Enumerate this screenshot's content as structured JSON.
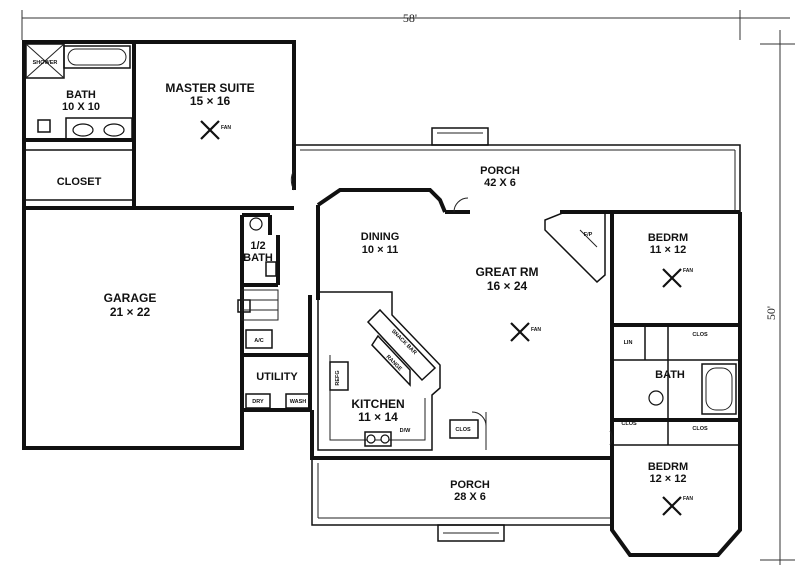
{
  "dimensions": {
    "width": "58'",
    "depth": "50'"
  },
  "rooms": {
    "master_suite": {
      "name": "MASTER SUITE",
      "size": "15 × 16"
    },
    "bath_master": {
      "name": "BATH",
      "size": "10 X 10"
    },
    "shower": "SHOWER",
    "closet": "CLOSET",
    "garage": {
      "name": "GARAGE",
      "size": "21 × 22"
    },
    "half_bath": {
      "name": "1/2",
      "name2": "BATH"
    },
    "ac": "A/C",
    "utility": "UTILITY",
    "dry": "DRY",
    "wash": "WASH",
    "dining": {
      "name": "DINING",
      "size": "10 × 11"
    },
    "great_room": {
      "name": "GREAT RM",
      "size": "16 × 24"
    },
    "fireplace": "F/P",
    "kitchen": {
      "name": "KITCHEN",
      "size": "11 × 14"
    },
    "refrig": "REFG",
    "snack_bar": "SNACK BAR",
    "range": "RANGE",
    "dw": "D/W",
    "closet_small": "CLOS",
    "porch_back": {
      "name": "PORCH",
      "size": "42 X 6"
    },
    "porch_front": {
      "name": "PORCH",
      "size": "28 X 6"
    },
    "bedrm1": {
      "name": "BEDRM",
      "size": "11 × 12"
    },
    "bedrm2": {
      "name": "BEDRM",
      "size": "12 × 12"
    },
    "bath2": "BATH",
    "lin": "LIN",
    "clos_a": "CLOS",
    "clos_b": "CLOS",
    "clos_c": "CLOS"
  },
  "fan_label": "FAN"
}
